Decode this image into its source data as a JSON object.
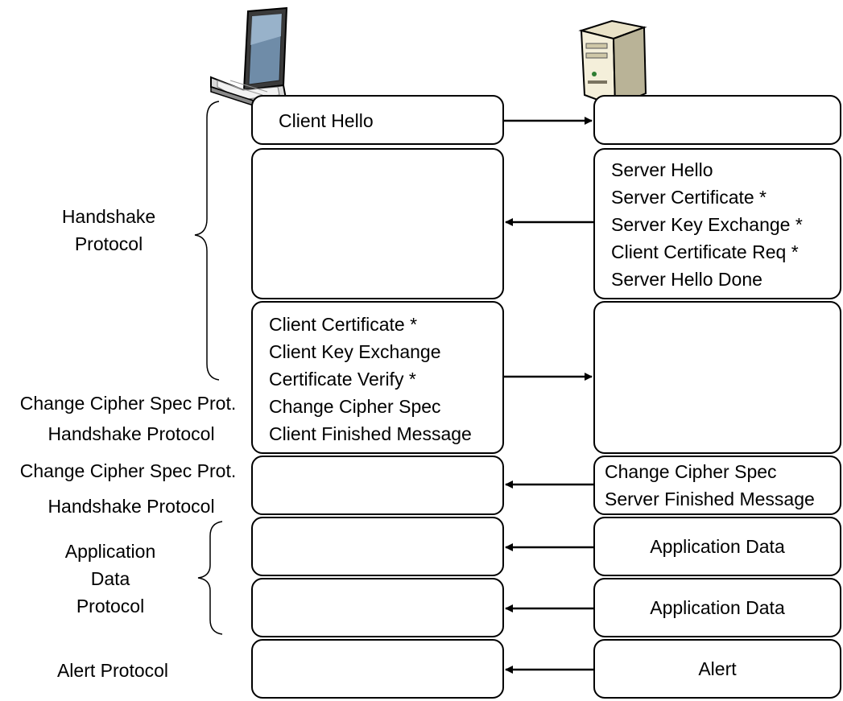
{
  "labels": {
    "handshake_group": [
      "Handshake",
      "Protocol"
    ],
    "ccs_prot_1": "Change Cipher Spec Prot.",
    "handshake_protocol_1": "Handshake Protocol",
    "ccs_prot_2": "Change Cipher Spec Prot.",
    "handshake_protocol_2": "Handshake Protocol",
    "application_group": [
      "Application",
      "Data",
      "Protocol"
    ],
    "alert_protocol": "Alert Protocol"
  },
  "client": {
    "icon": "laptop-icon",
    "rows": [
      {
        "lines": [
          "Client Hello"
        ]
      },
      {
        "lines": []
      },
      {
        "lines": [
          "Client Certificate *",
          "Client Key Exchange",
          "Certificate Verify *",
          "Change Cipher Spec",
          "Client Finished Message"
        ]
      },
      {
        "lines": []
      },
      {
        "lines": []
      },
      {
        "lines": []
      },
      {
        "lines": []
      }
    ]
  },
  "server": {
    "icon": "server-tower-icon",
    "rows": [
      {
        "lines": []
      },
      {
        "lines": [
          "Server Hello",
          "Server Certificate *",
          "Server Key Exchange *",
          "Client Certificate Req *",
          "Server Hello Done"
        ]
      },
      {
        "lines": []
      },
      {
        "lines": [
          "Change Cipher Spec",
          "Server Finished Message"
        ]
      },
      {
        "lines": [
          "Application Data"
        ]
      },
      {
        "lines": [
          "Application Data"
        ]
      },
      {
        "lines": [
          "Alert"
        ]
      }
    ]
  },
  "arrows": [
    "client-to-server",
    "server-to-client",
    "client-to-server",
    "server-to-client",
    "server-to-client",
    "server-to-client",
    "server-to-client"
  ]
}
